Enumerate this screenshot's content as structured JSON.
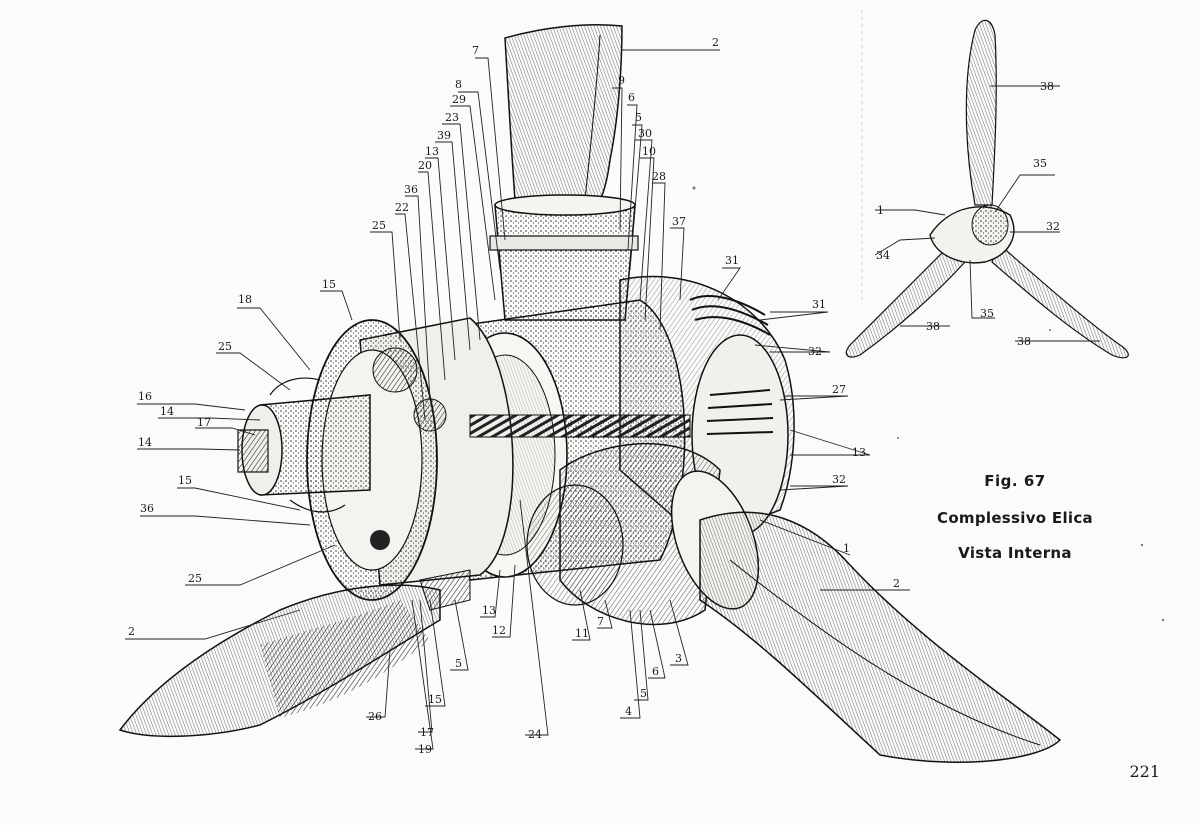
{
  "figure": {
    "label": "Fig. 67",
    "title": "Complessivo Elica",
    "subtitle": "Vista Interna"
  },
  "page_number": "221",
  "main_callouts": [
    "2",
    "7",
    "8",
    "29",
    "23",
    "39",
    "13",
    "20",
    "36",
    "22",
    "25",
    "15",
    "18",
    "25",
    "16",
    "14",
    "17",
    "14",
    "15",
    "36",
    "25",
    "2",
    "9",
    "6",
    "5",
    "30",
    "10",
    "28",
    "37",
    "31",
    "31",
    "32",
    "27",
    "13",
    "32",
    "1",
    "2",
    "13",
    "12",
    "11",
    "7",
    "3",
    "6",
    "5",
    "4",
    "24",
    "26",
    "17",
    "19",
    "15",
    "5"
  ],
  "inset_callouts": [
    "38",
    "35",
    "1",
    "32",
    "34",
    "35",
    "38",
    "38"
  ]
}
